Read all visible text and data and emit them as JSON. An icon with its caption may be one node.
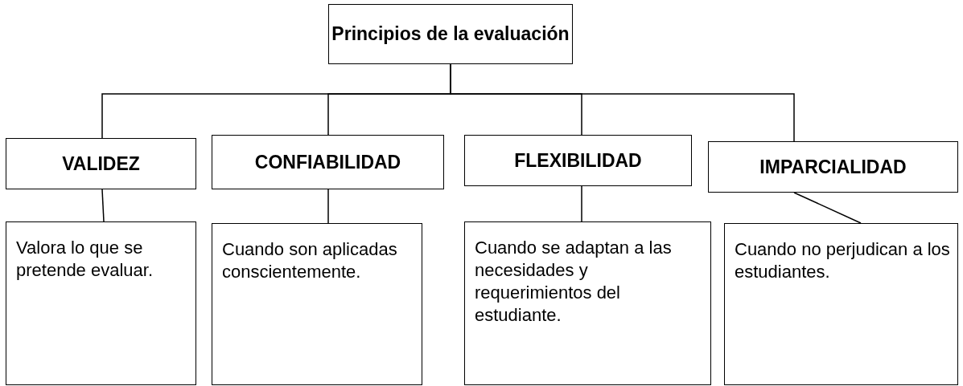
{
  "diagram": {
    "nodes": [
      {
        "text": [
          "Principios de la evaluación"
        ]
      },
      {
        "text": [
          "VALIDEZ"
        ]
      },
      {
        "text": [
          "CONFIABILIDAD"
        ]
      },
      {
        "text": [
          "FLEXIBILIDAD"
        ]
      },
      {
        "text": [
          "IMPARCIALIDAD"
        ]
      },
      {
        "text": [
          "Valora lo que se pretende evaluar."
        ]
      },
      {
        "text": [
          "Cuando son aplicadas conscientemente."
        ]
      },
      {
        "text": [
          "Cuando se adaptan a las necesidades y requerimientos del estudiante."
        ]
      },
      {
        "text": [
          "Cuando no perjudican a los estudiantes."
        ]
      }
    ],
    "edges": [
      {
        "from": 0,
        "to": 1,
        "arrow": "none"
      },
      {
        "from": 0,
        "to": 2,
        "arrow": "none"
      },
      {
        "from": 0,
        "to": 3,
        "arrow": "none"
      },
      {
        "from": 0,
        "to": 4,
        "arrow": "none"
      },
      {
        "from": 1,
        "to": 5,
        "arrow": "none"
      },
      {
        "from": 2,
        "to": 6,
        "arrow": "none"
      },
      {
        "from": 3,
        "to": 7,
        "arrow": "none"
      },
      {
        "from": 4,
        "to": 8,
        "arrow": "none"
      }
    ]
  }
}
